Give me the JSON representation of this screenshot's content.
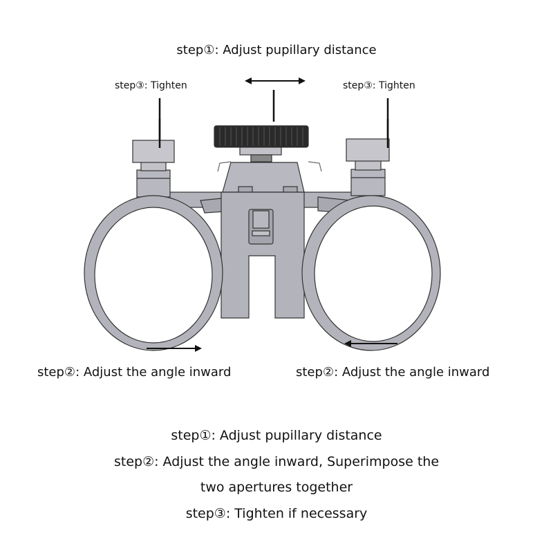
{
  "labels": {
    "top": "step①: Adjust pupillary distance",
    "tighten_left": "step③: Tighten",
    "tighten_right": "step③: Tighten",
    "angle_left": "step②: Adjust the angle inward",
    "angle_right": "step②: Adjust the angle inward"
  },
  "instructions": [
    "step①: Adjust pupillary distance",
    "step②: Adjust the angle inward, Superimpose the",
    "two apertures together",
    "step③: Tighten if necessary"
  ],
  "colors": {
    "metal": "#b3b3bb",
    "metal_dark": "#8f8f98",
    "knob": "#2a2a2a",
    "lens": "#ffffff",
    "line": "#222222"
  }
}
